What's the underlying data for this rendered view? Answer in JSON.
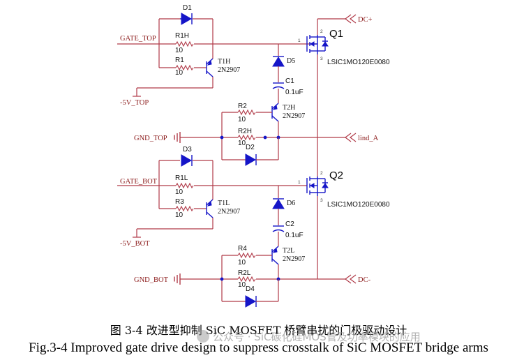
{
  "nets": {
    "gate_top": "GATE_TOP",
    "gate_bot": "GATE_BOT",
    "neg5_top": "-5V_TOP",
    "neg5_bot": "-5V_BOT",
    "gnd_top": "GND_TOP",
    "gnd_bot": "GND_BOT",
    "dc_plus": "DC+",
    "dc_minus": "DC-",
    "lind_a": "lind_A"
  },
  "parts": {
    "d1": "D1",
    "d2": "D2",
    "d3": "D3",
    "d4": "D4",
    "d5": "D5",
    "d6": "D6",
    "r1h": "R1H",
    "r1h_val": "10",
    "r1": "R1",
    "r1_val": "10",
    "r2": "R2",
    "r2_val": "10",
    "r2h": "R2H",
    "r2h_val": "10",
    "r1l": "R1L",
    "r1l_val": "10",
    "r3": "R3",
    "r3_val": "10",
    "r4": "R4",
    "r4_val": "10",
    "r2l": "R2L",
    "r2l_val": "10",
    "c1": "C1",
    "c1_val": "0.1uF",
    "c2": "C2",
    "c2_val": "0.1uF",
    "t1h": "T1H",
    "t1h_type": "2N2907",
    "t2h": "T2H",
    "t2h_type": "2N2907",
    "t1l": "T1L",
    "t1l_type": "2N2907",
    "t2l": "T2L",
    "t2l_type": "2N2907",
    "q1": "Q1",
    "q2": "Q2",
    "q_part": "LSIC1MO120E0080",
    "pin1": "1",
    "pin2": "2",
    "pin3": "3"
  },
  "caption": {
    "cn": "图 3-4 改进型抑制 SiC MOSFET 桥臂串扰的门极驱动设计",
    "en": "Fig.3-4 Improved gate drive design to suppress crosstalk of SiC MOSFET bridge arms"
  },
  "watermark": "公众号 · SiC碳化硅MOS管及功率模块的应用",
  "colors": {
    "wire": "#b03a48",
    "component": "#1515c8",
    "net_label": "#8b1a1a"
  }
}
